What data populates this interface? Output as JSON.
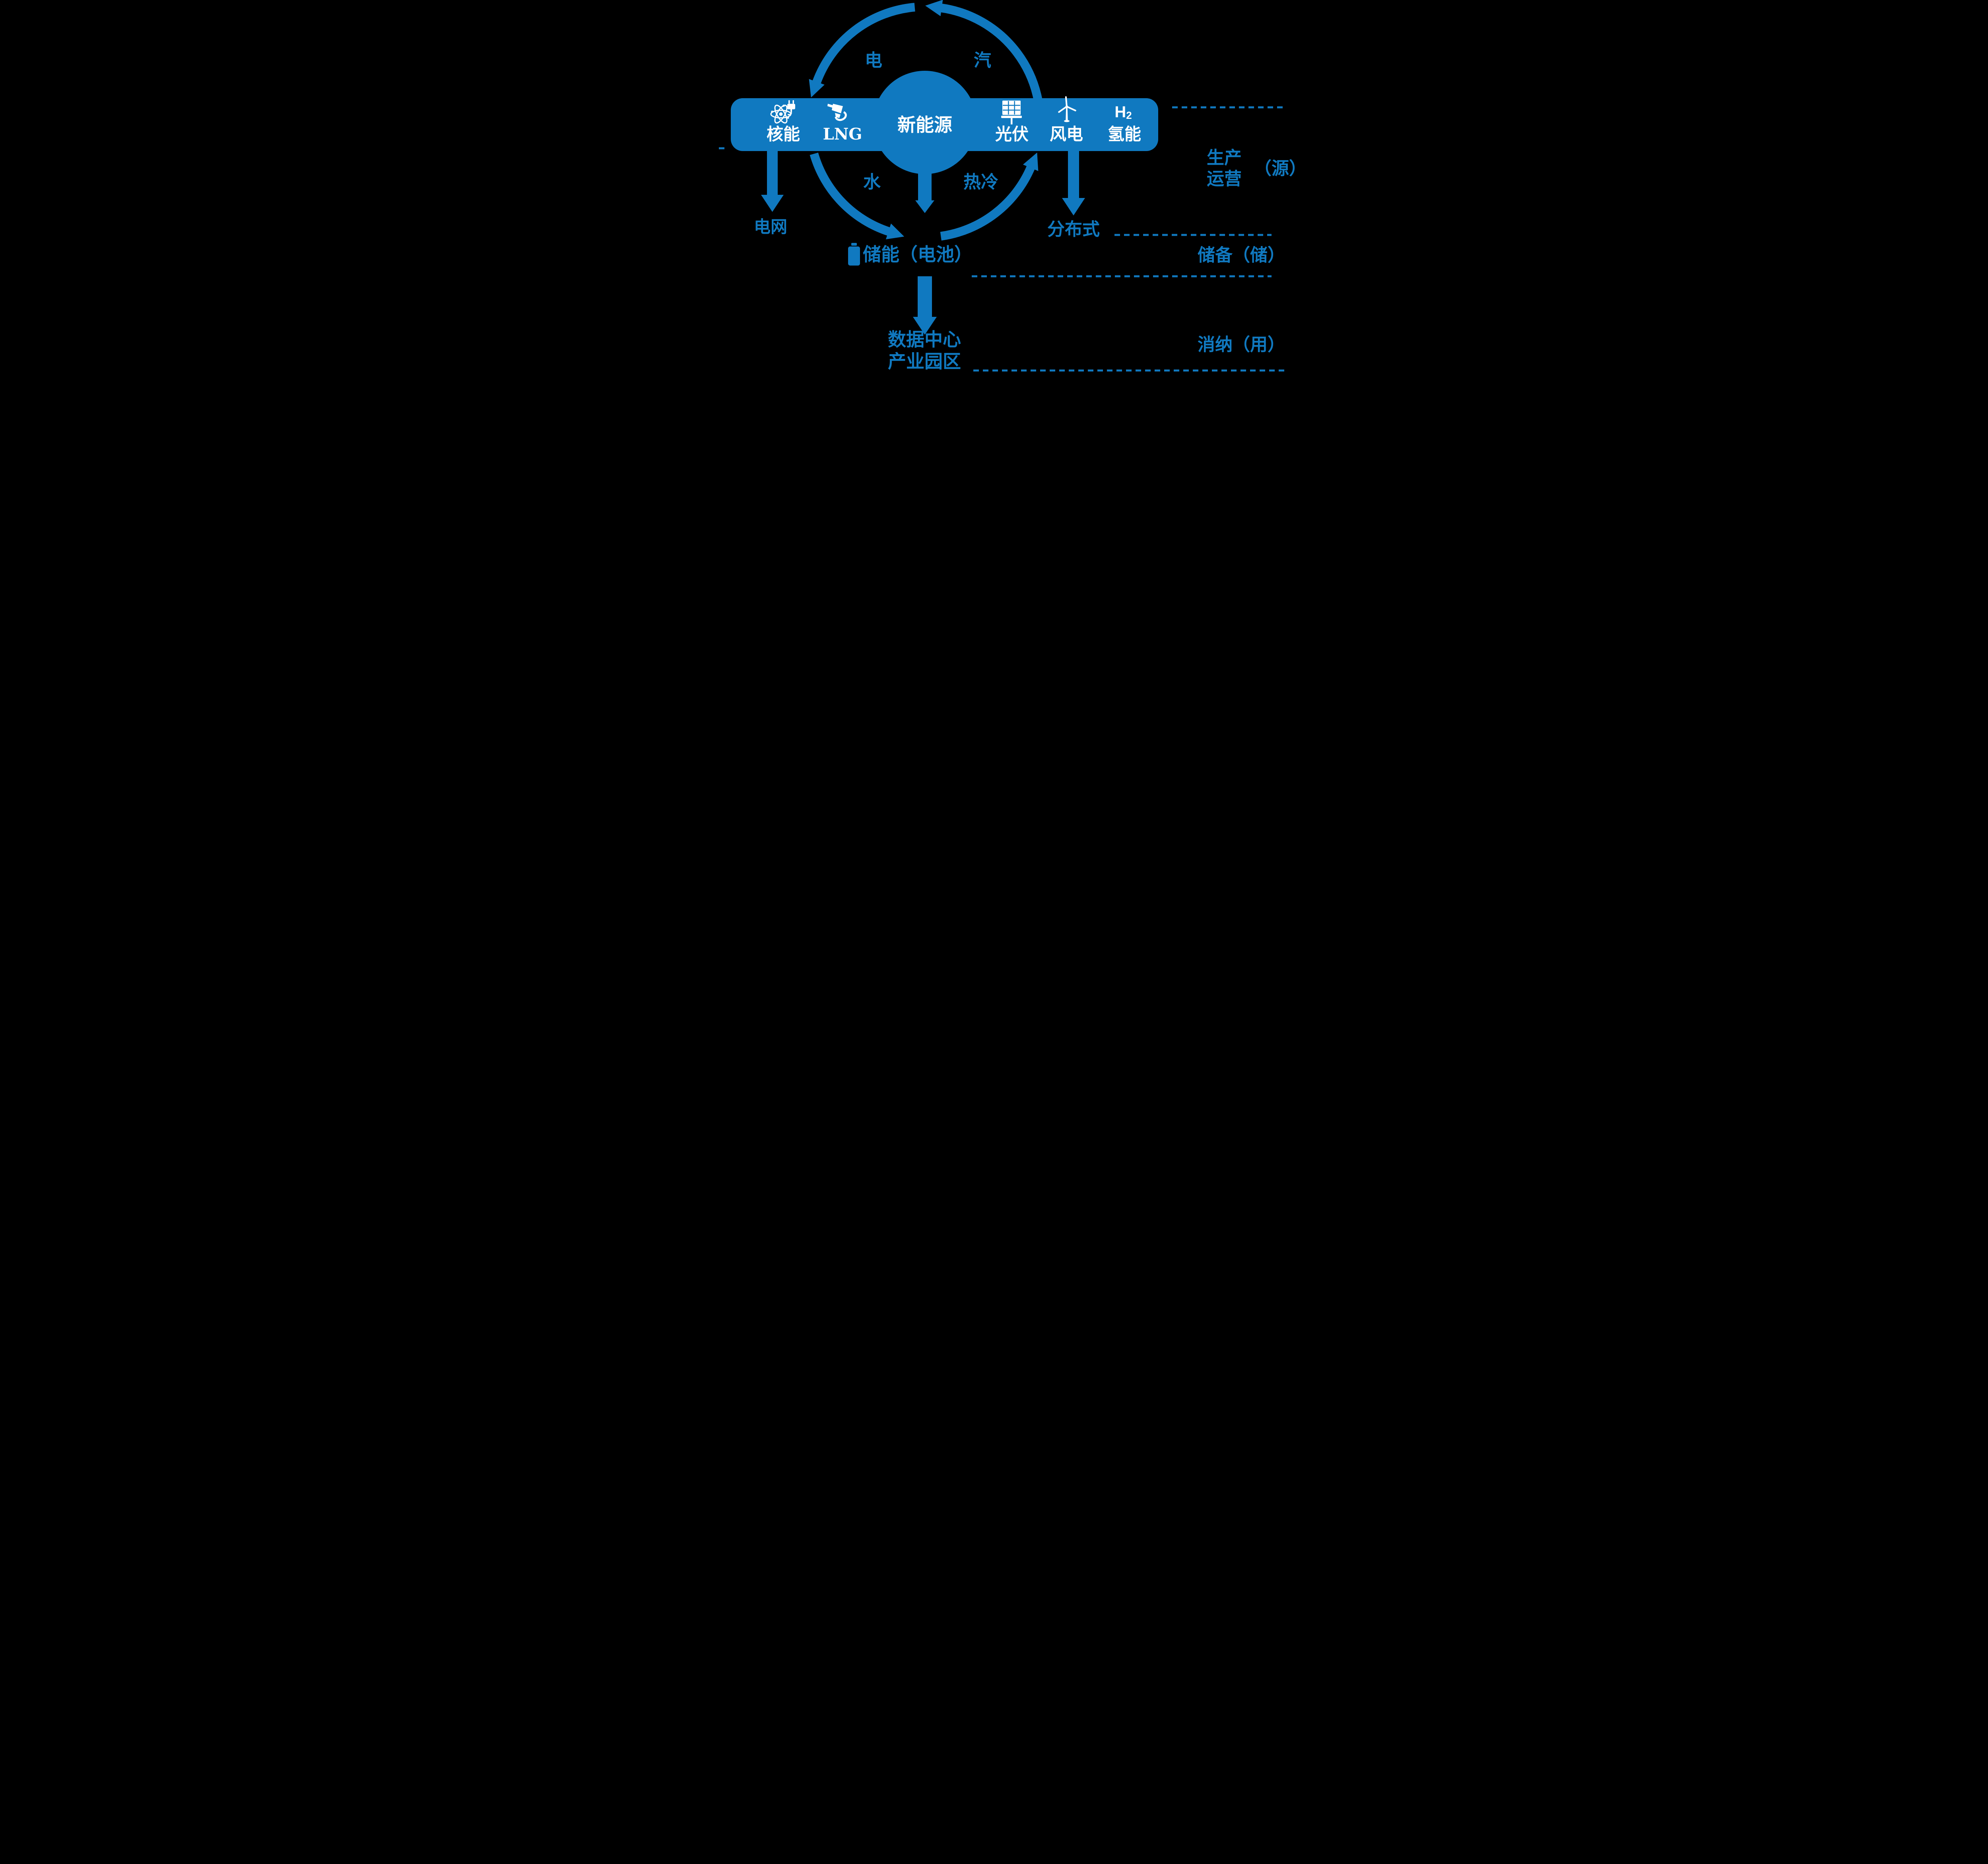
{
  "colors": {
    "background": "#000000",
    "primary_blue": "#1079C0",
    "icon_white": "#FFFFFF"
  },
  "center_node": {
    "label": "新能源"
  },
  "cycle_ring": {
    "top_left_flow": "电",
    "top_right_flow": "汽",
    "bottom_left_flow": "水",
    "bottom_right_flow": "热冷"
  },
  "sources_bar": {
    "nuclear": {
      "label": "核能",
      "icon": "atom-plug-icon"
    },
    "lng": {
      "label": "LNG",
      "icon": "fuel-nozzle-icon"
    },
    "solar": {
      "label": "光伏",
      "icon": "solar-panel-icon"
    },
    "wind": {
      "label": "风电",
      "icon": "wind-turbine-icon"
    },
    "hydrogen": {
      "label": "氢能",
      "symbol_main": "H",
      "symbol_sub": "2"
    }
  },
  "nodes": {
    "grid": "电网",
    "distributed": "分布式",
    "storage": "储能（电池）",
    "storage_icon": "battery-icon",
    "datacenter_line1": "数据中心",
    "datacenter_line2": "产业园区"
  },
  "stages": {
    "production_line1": "生产",
    "production_line2": "运营",
    "production_paren": "（源）",
    "reserve": "储备（储）",
    "consumption": "消纳（用）"
  }
}
